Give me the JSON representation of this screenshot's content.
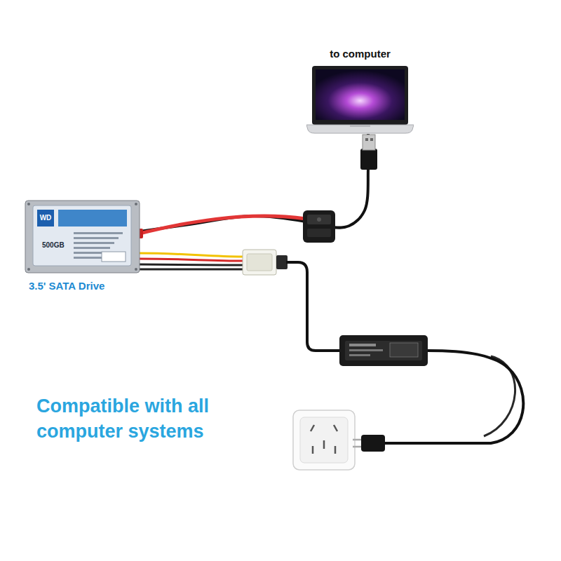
{
  "diagram": {
    "title": "Compatible with all computer systems",
    "nodes": [
      {
        "text": [
          "to computer"
        ]
      },
      {
        "text": [
          "3.5' SATA Drive"
        ]
      }
    ],
    "edges": [
      {
        "from": 1,
        "to": 0,
        "arrow": "none"
      }
    ],
    "labels": [
      "WD",
      "500GB"
    ]
  }
}
